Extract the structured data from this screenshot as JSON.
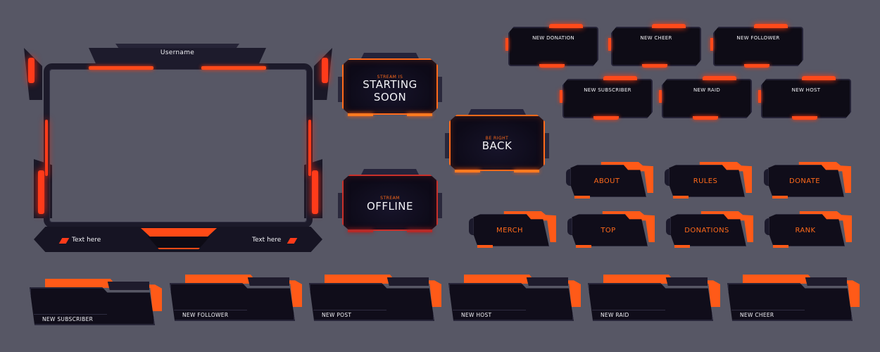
{
  "colors": {
    "background": "#575765",
    "panel_dark": "#0f0c18",
    "accent_orange": "#ff6a1a",
    "accent_red": "#ff3b1a",
    "offline_red": "#c9302a",
    "text_white": "#f2f2f6"
  },
  "webcam_frame": {
    "username": "Username",
    "text_left": "Text here",
    "text_right": "Text here"
  },
  "screens": {
    "starting": {
      "small": "STREAM IS",
      "big_line1": "STARTING",
      "big_line2": "SOON"
    },
    "back": {
      "small": "BE RIGHT",
      "big": "BACK"
    },
    "offline": {
      "small": "STREAM",
      "big": "OFFLINE"
    }
  },
  "alerts": [
    {
      "label": "NEW DONATION"
    },
    {
      "label": "NEW CHEER"
    },
    {
      "label": "NEW FOLLOWER"
    },
    {
      "label": "NEW SUBSCRIBER"
    },
    {
      "label": "NEW RAID"
    },
    {
      "label": "NEW HOST"
    }
  ],
  "panels": [
    {
      "label": "ABOUT"
    },
    {
      "label": "RULES"
    },
    {
      "label": "DONATE"
    },
    {
      "label": "MERCH"
    },
    {
      "label": "TOP"
    },
    {
      "label": "DONATIONS"
    },
    {
      "label": "RANK"
    }
  ],
  "banners": [
    {
      "label": "NEW SUBSCRIBER"
    },
    {
      "label": "NEW FOLLOWER"
    },
    {
      "label": "NEW POST"
    },
    {
      "label": "NEW HOST"
    },
    {
      "label": "NEW RAID"
    },
    {
      "label": "NEW CHEER"
    }
  ]
}
